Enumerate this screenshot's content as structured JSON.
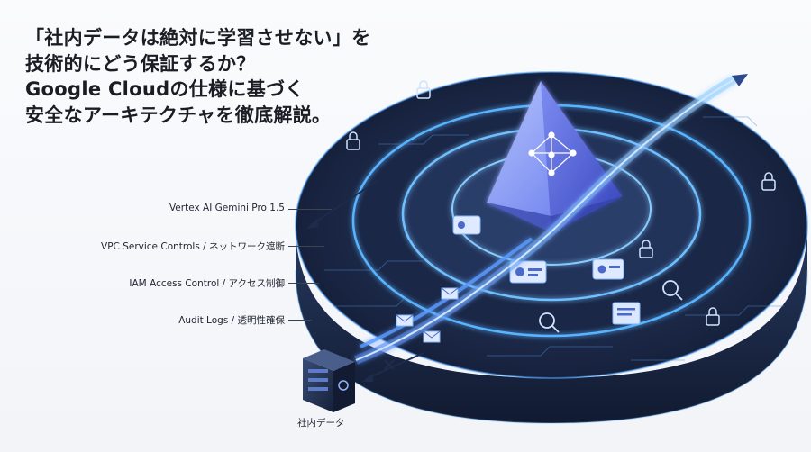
{
  "headline": {
    "line1": "「社内データは絶対に学習させない」を",
    "line2": "技術的にどう保証するか？",
    "line3": "Google Cloudの仕様に基づく",
    "line4": "安全なアーキテクチャを徹底解説。"
  },
  "layers": [
    {
      "label": "Vertex AI Gemini Pro 1.5"
    },
    {
      "label": "VPC Service Controls / ネットワーク遮断"
    },
    {
      "label": "IAM Access Control / アクセス制御"
    },
    {
      "label": "Audit Logs / 透明性確保"
    }
  ],
  "source": {
    "label": "社内データ"
  },
  "colors": {
    "ring_dark": "#1c2a48",
    "glow": "#4aa3ff",
    "prism": "#6b7ff0",
    "server": "#1f2d4d"
  }
}
